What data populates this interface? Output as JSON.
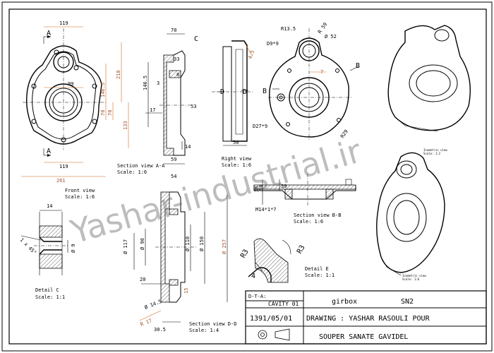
{
  "frame": {
    "border_color": "#000000"
  },
  "front_view": {
    "label": "Front view",
    "scale": "Scale: 1:6",
    "dims": {
      "top_width": "119",
      "bottom_width": "119",
      "overall_width": "261",
      "inner_width": "99",
      "right_1": "146.5",
      "right_2": "70",
      "right_3": "210",
      "right_4": "133",
      "right_5": "70",
      "section_a": "A"
    }
  },
  "section_aa": {
    "label": "Section view A-A",
    "scale": "Scale: 1:6",
    "dims": {
      "d70": "70",
      "d33": "33",
      "d146": "146.5",
      "d3": "3",
      "d8": "8",
      "d17": "17",
      "d53": "53",
      "d14": "14",
      "d59": "59",
      "d54": "54",
      "callout_c": "C"
    }
  },
  "right_view": {
    "label": "Right view",
    "scale": "Scale: 1:6",
    "dims": {
      "d50": "50",
      "d4_5": "4.5",
      "d_label": "D"
    }
  },
  "top_right_view": {
    "dims": {
      "r13_5": "R13.5",
      "r59": "R 59",
      "d52": "Ø 52",
      "d9": "D9*9",
      "d7": "7",
      "d27": "D27*9",
      "r29": "R29",
      "b_label": "B"
    }
  },
  "front_view_section": {
    "label": "Front view",
    "scale": "Scale: 1:6"
  },
  "section_bb": {
    "label": "Section view B-B",
    "scale": "Scale: 1:6",
    "dims": {
      "d38": "38",
      "d39": "39",
      "d50": "50",
      "m14": "M14*1*7"
    }
  },
  "detail_c": {
    "label": "Detail C",
    "scale": "Scale: 1:1",
    "dims": {
      "d14": "14",
      "chamfer": "1 x 45°",
      "phi9": "Ø 9"
    }
  },
  "section_dd": {
    "label": "Section view D-D",
    "scale": "Scale: 1:4",
    "dims": {
      "phi117": "Ø 117",
      "phi90": "Ø 90",
      "phi110": "Ø 110",
      "phi150": "Ø 150",
      "phi257": "Ø 257",
      "d20": "20",
      "d15": "15",
      "phi14_5": "Ø 14.5",
      "r17": "R 17",
      "d30_5": "30.5"
    }
  },
  "detail_e": {
    "label": "Detail E",
    "scale": "Scale: 1:1",
    "dims": {
      "r3_left": "R3",
      "r3_right": "R3",
      "d4": "4"
    }
  },
  "isometric": {
    "label_top": "Isometric view",
    "scale_top": "Scale: 1:2",
    "label_bottom": "Isometric view",
    "scale_bottom": "Scale: 1:6"
  },
  "watermark": "Yashar-industrial.ir",
  "title_block": {
    "dta": "D-T-A:",
    "cavity": "CAVITY 01",
    "part": "girbox",
    "code": "SN2",
    "date": "1391/05/01",
    "drawing": "DRAWING : YASHAR RASOULI POUR",
    "company": "SOUPER SANATE GAVIDEL"
  }
}
